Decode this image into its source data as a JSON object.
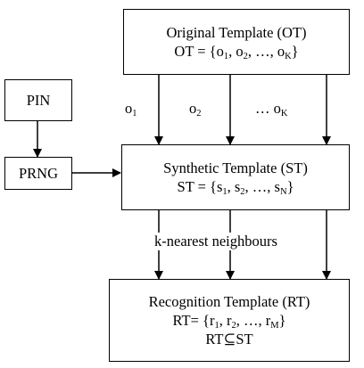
{
  "ot": {
    "title": "Original Template (OT)",
    "formula": {
      "prefix": "OT = {o",
      "sub1": "1",
      "mid1": ", o",
      "sub2": "2",
      "mid2": ", …, o",
      "sub3": "K",
      "suffix": "}"
    }
  },
  "pin": {
    "label": "PIN"
  },
  "prng": {
    "label": "PRNG"
  },
  "st": {
    "title": "Synthetic Template (ST)",
    "formula": {
      "prefix": "ST = {s",
      "sub1": "1",
      "mid1": ", s",
      "sub2": "2",
      "mid2": ", …, s",
      "sub3": "N",
      "suffix": "}"
    }
  },
  "edge_labels": {
    "o1": {
      "base": "o",
      "sub": "1"
    },
    "o2": {
      "base": "o",
      "sub": "2"
    },
    "ok": {
      "base": "… o",
      "sub": "K"
    },
    "knn": "k-nearest neighbours"
  },
  "rt": {
    "title": "Recognition Template (RT)",
    "formula": {
      "prefix": "RT= {r",
      "sub1": "1",
      "mid1": ", r",
      "sub2": "2",
      "mid2": ", …, r",
      "sub3": "M",
      "suffix": "}"
    },
    "subset": "RT⊆ST"
  }
}
